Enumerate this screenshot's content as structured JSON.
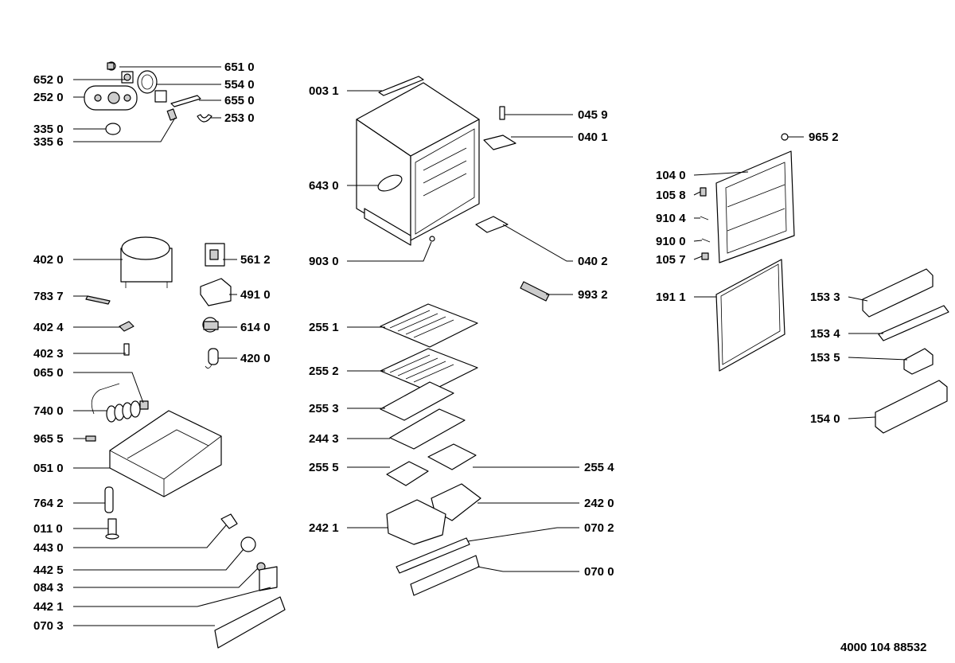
{
  "doc_number": "4000 104 88532",
  "parts": [
    "651 0",
    "652 0",
    "554 0",
    "252 0",
    "655 0",
    "253 0",
    "335 0",
    "335 6",
    "402 0",
    "561 2",
    "783 7",
    "491 0",
    "402 4",
    "614 0",
    "402 3",
    "420 0",
    "065 0",
    "740 0",
    "965 5",
    "051 0",
    "764 2",
    "011 0",
    "443 0",
    "442 5",
    "084 3",
    "442 1",
    "070 3",
    "003 1",
    "045 9",
    "040 1",
    "643 0",
    "903 0",
    "040 2",
    "993 2",
    "255 1",
    "255 2",
    "255 3",
    "244 3",
    "255 5",
    "255 4",
    "242 0",
    "242 1",
    "070 2",
    "070 0",
    "965 2",
    "104 0",
    "105 8",
    "910 4",
    "910 0",
    "105 7",
    "191 1",
    "153 3",
    "153 4",
    "153 5",
    "154 0"
  ]
}
